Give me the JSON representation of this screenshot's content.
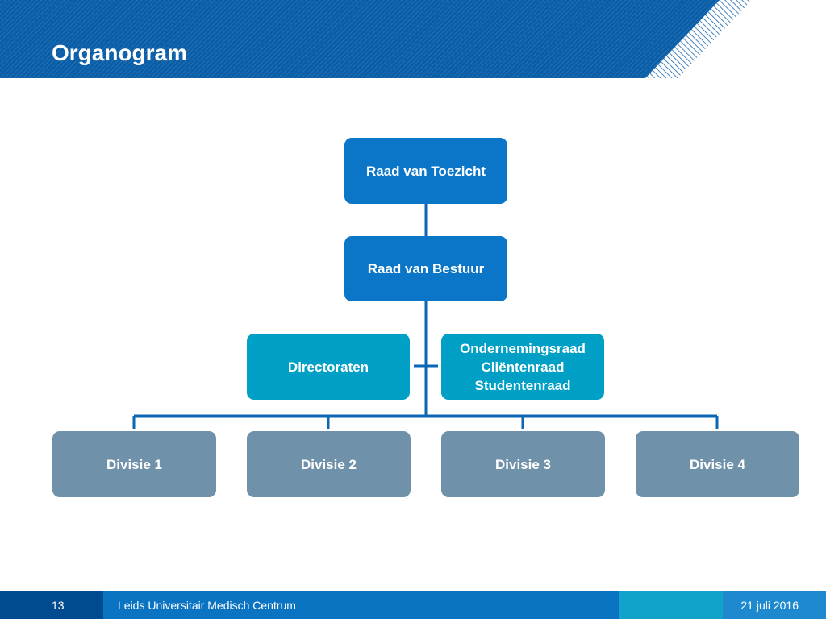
{
  "slide": {
    "title": "Organogram"
  },
  "org_chart": {
    "top": "Raad van Toezicht",
    "executive": "Raad van Bestuur",
    "staff_left": "Directoraten",
    "staff_right": [
      "Ondernemingsraad",
      "Cliëntenraad",
      "Studentenraad"
    ],
    "divisions": [
      "Divisie 1",
      "Divisie 2",
      "Divisie 3",
      "Divisie 4"
    ]
  },
  "footer": {
    "page_number": "13",
    "organization": "Leids Universitair Medisch Centrum",
    "date": "21 juli 2016"
  },
  "colors": {
    "header": "#0a5ea8",
    "primary_box": "#0b76c8",
    "staff_box": "#00a0c6",
    "division_box": "#6f92aa",
    "connector": "#0b66b4"
  }
}
